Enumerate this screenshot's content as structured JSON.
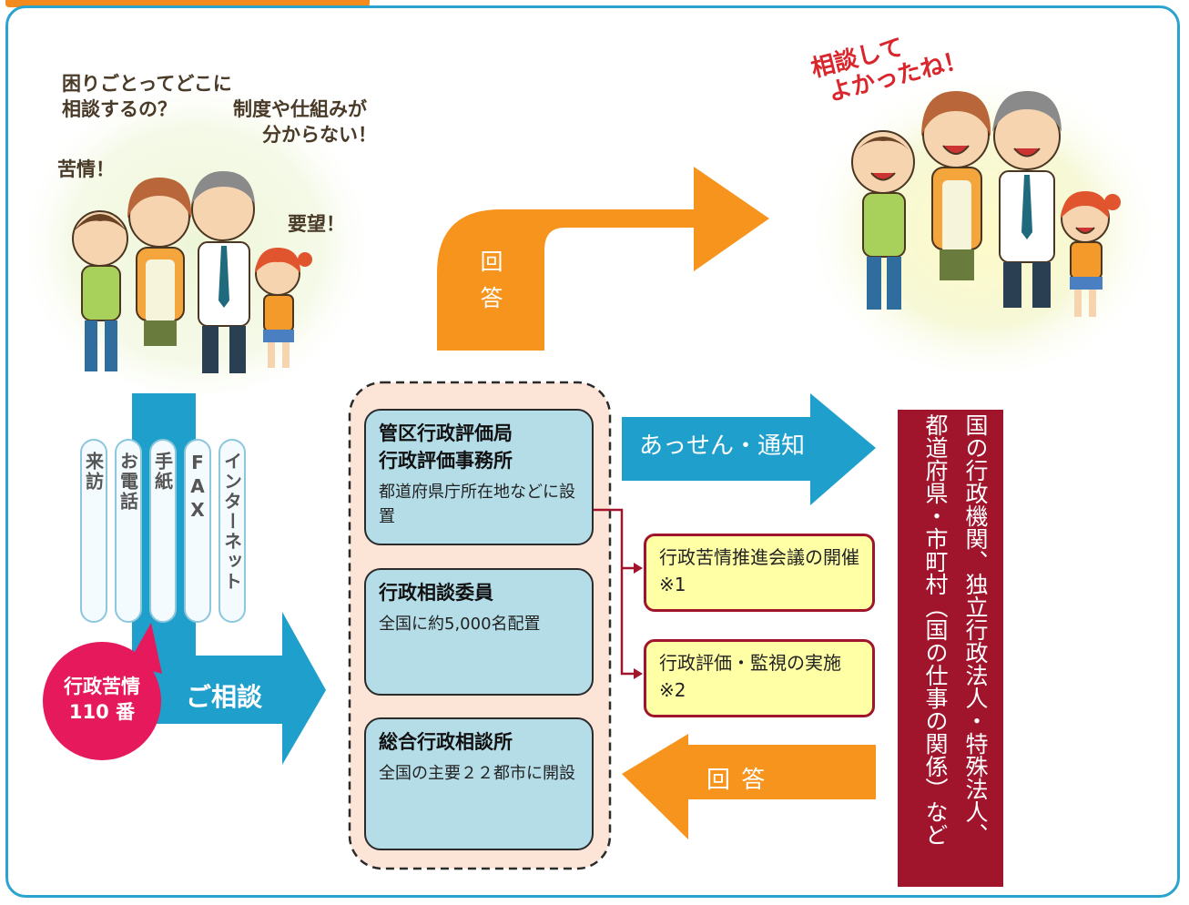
{
  "people_left": {
    "q1_line1": "困りごとってどこに",
    "q1_line2": "相談するの？",
    "q2_line1": "制度や仕組みが",
    "q2_line2": "分からない！",
    "complaint": "苦情！",
    "request": "要望！"
  },
  "people_right": {
    "line1": "相談して",
    "line2": "よかったね！"
  },
  "channels": [
    "来訪",
    "お電話",
    "手紙",
    "FAX",
    "インターネット"
  ],
  "hotline": {
    "line1": "行政苦情",
    "line2": "110 番"
  },
  "consult_label": "ご相談",
  "answer_top": {
    "char1": "回",
    "char2": "答"
  },
  "offices": [
    {
      "title_line1": "管区行政評価局",
      "title_line2": "行政評価事務所",
      "desc": "都道府県庁所在地などに設置"
    },
    {
      "title_line1": "行政相談委員",
      "title_line2": "",
      "desc": "全国に約5,000名配置"
    },
    {
      "title_line1": "総合行政相談所",
      "title_line2": "",
      "desc": "全国の主要２２都市に開設"
    }
  ],
  "mediation_label": "あっせん・通知",
  "notes": [
    "行政苦情推進会議の開催　※1",
    "行政評価・監視の実施　※2"
  ],
  "answer_bottom": "回 答",
  "agency": {
    "line1": "国の行政機関、独立行政法人・特殊法人、",
    "line2": "都道府県・市町村（国の仕事の関係）など"
  },
  "colors": {
    "frame": "#2aa3cf",
    "orange": "#f7941d",
    "blue_arrow": "#1f9fcb",
    "office_fill": "#b5dde8",
    "note_fill": "#ffffa6",
    "dark_red": "#a0142c",
    "hotline": "#e5195b",
    "right_slogan": "#d8262c"
  }
}
